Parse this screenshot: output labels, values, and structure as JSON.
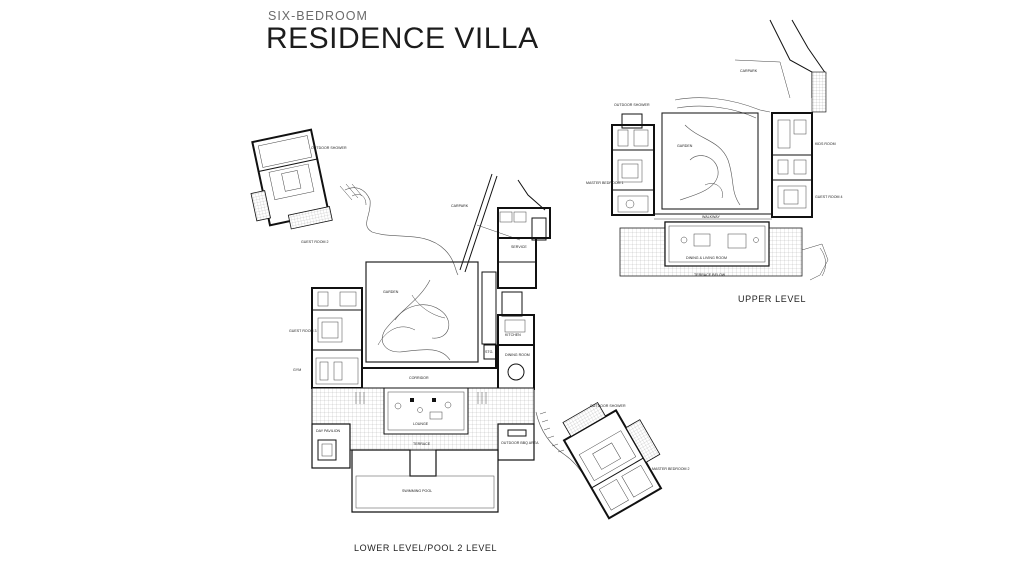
{
  "header": {
    "subtitle": "SIX-BEDROOM",
    "title": "RESIDENCE VILLA"
  },
  "levels": {
    "lower": "LOWER LEVEL/POOL 2 LEVEL",
    "upper": "UPPER LEVEL"
  },
  "rooms_lower": {
    "outdoor_shower": "OUTDOOR SHOWER",
    "guest_room_2": "GUEST ROOM 2",
    "carpark": "CARPARK",
    "service": "SERVICE",
    "garden": "GARDEN",
    "guest_room_3": "GUEST ROOM 3",
    "kitchen": "KITCHEN",
    "stg": "STG.",
    "dining_room": "DINING ROOM",
    "gym": "GYM",
    "corridor": "CORRIDOR",
    "lounge": "LOUNGE",
    "terrace": "TERRACE",
    "day_pavilion": "DAY PAVILION",
    "outdoor_bbq": "OUTDOOR BBQ AREA",
    "swimming_pool": "SWIMMING POOL",
    "outdoor_shower_2": "OUTDOOR SHOWER",
    "master_bedroom_2": "MASTER BEDROOM 2"
  },
  "rooms_upper": {
    "carpark": "CARPARK",
    "outdoor_shower": "OUTDOOR SHOWER",
    "garden": "GARDEN",
    "master_bedroom_1": "MASTER BEDROOM 1",
    "kids_room": "KIDS ROOM",
    "guest_room_4": "GUEST ROOM 4",
    "walkway": "WALKWAY",
    "dining_living": "DINING & LIVING ROOM",
    "terrace_below": "TERRACE BELOW"
  },
  "colors": {
    "wall": "#111111",
    "text": "#222222",
    "title": "#1c1c1c",
    "subtitle": "#6b6b6b"
  }
}
